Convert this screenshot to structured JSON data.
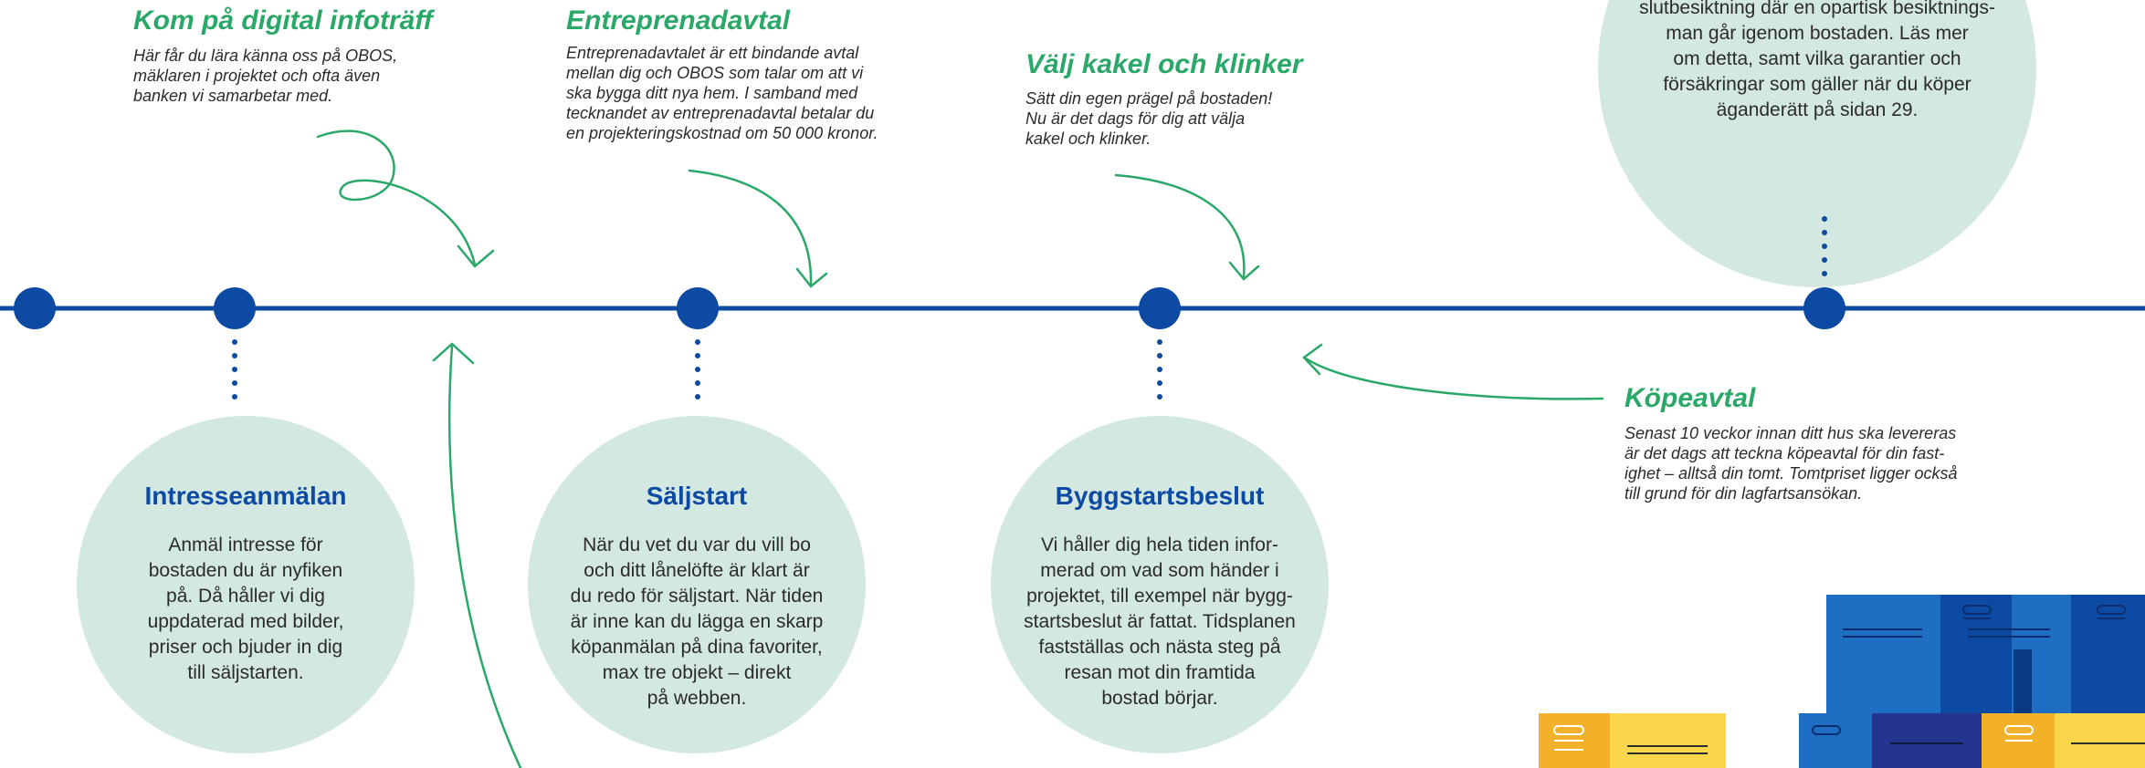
{
  "colors": {
    "timeline": "#0c4aa3",
    "arrow": "#2aa868",
    "circle_fill": "#d3e8e1",
    "heading_green": "#2aa868",
    "circle_title": "#0c4aa3"
  },
  "top_notes": [
    {
      "heading": "Kom på digital infoträff",
      "text": "Här får du lära känna oss på OBOS,\nmäklaren i projektet och ofta även\nbanken vi samarbetar med."
    },
    {
      "heading": "Entreprenadavtal",
      "text": "Entreprenadavtalet är ett bindande avtal\nmellan dig och OBOS som talar om att vi\nska bygga ditt nya hem. I samband med\ntecknandet av entreprenadavtal betalar du\nen projekteringskostnad om 50 000 kronor."
    },
    {
      "heading": "Välj kakel och klinker",
      "text": "Sätt din egen prägel på bostaden!\nNu är det dags för dig att välja\nkakel och klinker."
    }
  ],
  "top_right_circle": {
    "text": "slutbesiktning där en opartisk besiktnings-\nman går igenom bostaden. Läs mer\nom detta, samt vilka garantier och\nförsäkringar som gäller när du köper\näganderätt på sidan 29."
  },
  "bottom_circles": [
    {
      "title": "Intresseanmälan",
      "text": "Anmäl intresse för\nbostaden du är nyfiken\npå. Då håller vi dig\nuppdaterad med bilder,\npriser och bjuder in dig\ntill säljstarten."
    },
    {
      "title": "Säljstart",
      "text": "När du vet du var du vill bo\noch ditt lånelöfte är klart är\ndu redo för säljstart. När tiden\när inne kan du lägga en skarp\nköpanmälan på dina favoriter,\nmax tre objekt – direkt\npå webben."
    },
    {
      "title": "Byggstartsbeslut",
      "text": "Vi håller dig hela tiden infor-\nmerad om vad som händer i\nprojektet, till exempel när bygg-\nstartsbeslut är fattat. Tidsplanen\nfastställas och nästa steg på\nresan mot din framtida\nbostad börjar."
    }
  ],
  "side_note": {
    "heading": "Köpeavtal",
    "text": "Senast 10 veckor innan ditt hus ska levereras\när det dags att teckna köpeavtal för din fast-\nighet – alltså din tomt. Tomtpriset ligger också\ntill grund för din lagfartsansökan."
  }
}
